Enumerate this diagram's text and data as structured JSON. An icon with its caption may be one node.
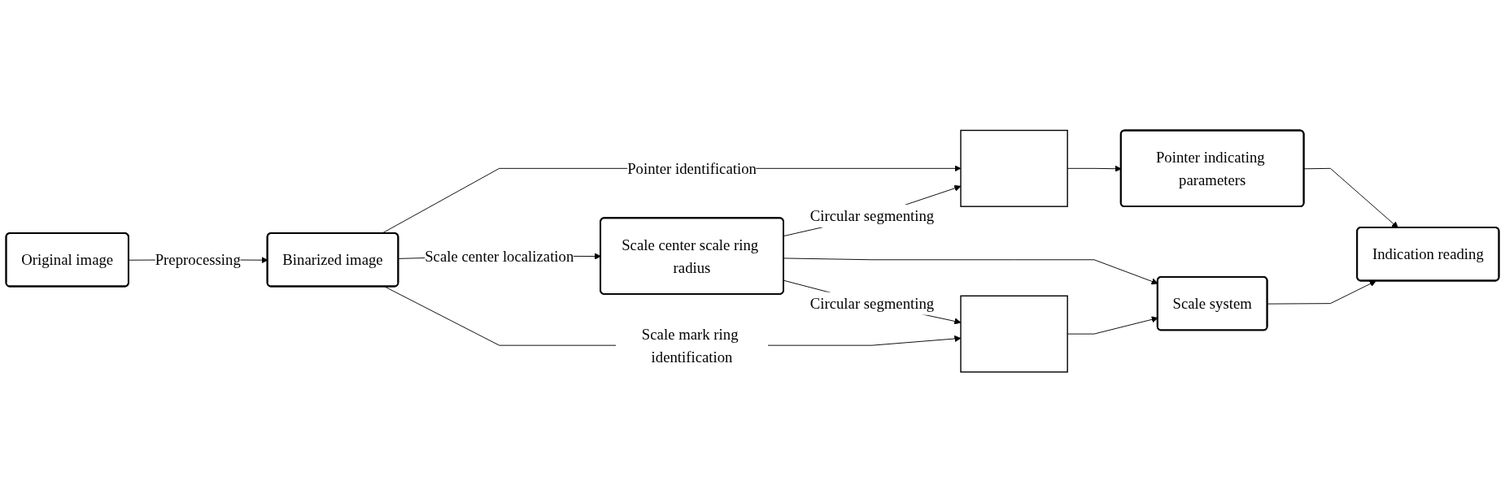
{
  "diagram": {
    "nodes": [
      {
        "text": [
          "Original image"
        ]
      },
      {
        "text": [
          "Binarized image"
        ]
      },
      {
        "text": [],
        "shape": "box"
      },
      {
        "text": [
          "Pointer indicating parameters"
        ]
      },
      {
        "text": [
          "Scale center scale ring radius"
        ]
      },
      {
        "text": [],
        "shape": "box"
      },
      {
        "text": [
          "Scale system"
        ]
      },
      {
        "text": [
          "Indication reading"
        ]
      }
    ],
    "edges": [
      {
        "from": 0,
        "to": 1,
        "arrow": "to",
        "label": "Preprocessing"
      },
      {
        "from": 1,
        "to": 2,
        "arrow": "to",
        "label": "Pointer identification"
      },
      {
        "from": 4,
        "to": 2,
        "arrow": "to",
        "label": "Circular segmenting"
      },
      {
        "from": 1,
        "to": 4,
        "arrow": "to",
        "label": "Scale center localization"
      },
      {
        "from": 4,
        "to": 5,
        "arrow": "to",
        "label": "Circular segmenting"
      },
      {
        "from": 1,
        "to": 5,
        "arrow": "to",
        "label": "Scale mark ring identification"
      },
      {
        "from": 2,
        "to": 3,
        "arrow": "to"
      },
      {
        "from": 4,
        "to": 6,
        "arrow": "to"
      },
      {
        "from": 5,
        "to": 6,
        "arrow": "to"
      },
      {
        "from": 3,
        "to": 7,
        "arrow": "to"
      },
      {
        "from": 6,
        "to": 7,
        "arrow": "to"
      }
    ]
  }
}
